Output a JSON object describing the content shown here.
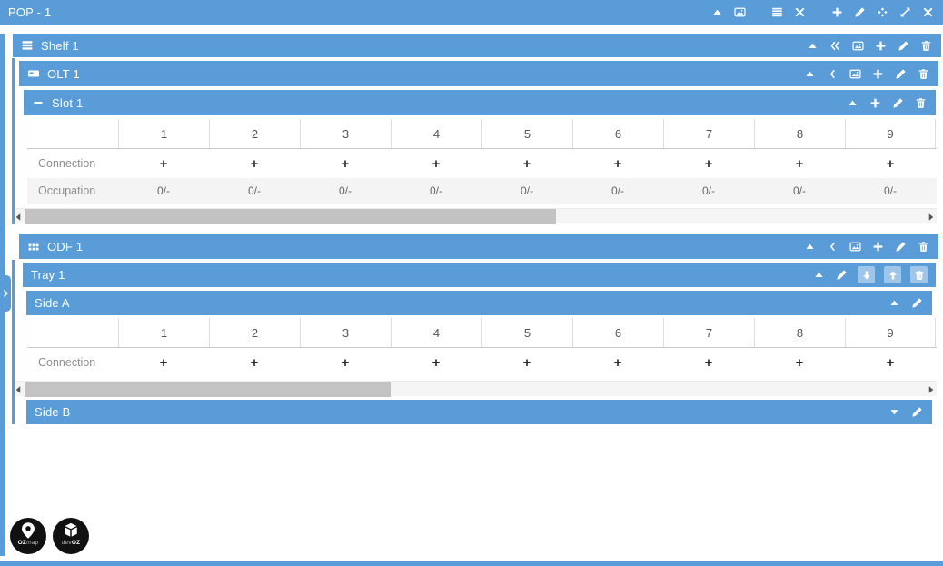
{
  "colors": {
    "accent_blue": "#5A9CD8",
    "scrollbar_thumb": "#C3C3C3",
    "occupation_row_bg": "#F4F4F4",
    "logo_bg": "#111111"
  },
  "pop": {
    "title": "POP - 1",
    "icon_groups": [
      [
        "collapse-arrow",
        "image"
      ],
      [
        "list",
        "close"
      ],
      [
        "add",
        "edit",
        "locate",
        "resize",
        "close"
      ]
    ]
  },
  "shelf": {
    "title": "Shelf 1",
    "icon": "shelf",
    "icon_groups": [
      [
        "collapse-arrow",
        "collapse-all",
        "image",
        "add",
        "edit",
        "delete"
      ]
    ]
  },
  "olt": {
    "title": "OLT 1",
    "icon": "device-card",
    "icon_groups": [
      [
        "collapse-arrow",
        "collapse-panel",
        "image",
        "add",
        "edit",
        "delete"
      ]
    ]
  },
  "slot": {
    "title": "Slot 1",
    "icon": "minus",
    "icon_groups": [
      [
        "collapse-arrow",
        "add",
        "edit",
        "delete"
      ]
    ],
    "table": {
      "columns": [
        "1",
        "2",
        "3",
        "4",
        "5",
        "6",
        "7",
        "8",
        "9"
      ],
      "rows": [
        {
          "label": "Connection",
          "kind": "action",
          "cells": [
            "+",
            "+",
            "+",
            "+",
            "+",
            "+",
            "+",
            "+",
            "+"
          ]
        },
        {
          "label": "Occupation",
          "kind": "value",
          "cells": [
            "0/-",
            "0/-",
            "0/-",
            "0/-",
            "0/-",
            "0/-",
            "0/-",
            "0/-",
            "0/-"
          ]
        }
      ]
    }
  },
  "odf": {
    "title": "ODF 1",
    "icon": "grid",
    "icon_groups": [
      [
        "collapse-arrow",
        "collapse-panel",
        "image",
        "add",
        "edit",
        "delete"
      ]
    ]
  },
  "tray": {
    "title": "Tray 1",
    "icon_groups": [
      [
        "collapse-arrow",
        "edit",
        {
          "name": "move-down",
          "boxed": true
        },
        {
          "name": "move-up",
          "boxed": true
        },
        {
          "name": "delete",
          "boxed": true
        }
      ]
    ]
  },
  "side_a": {
    "title": "Side A",
    "icon_groups": [
      [
        "collapse-arrow",
        "edit"
      ]
    ],
    "table": {
      "columns": [
        "1",
        "2",
        "3",
        "4",
        "5",
        "6",
        "7",
        "8",
        "9"
      ],
      "rows": [
        {
          "label": "Connection",
          "kind": "action",
          "cells": [
            "+",
            "+",
            "+",
            "+",
            "+",
            "+",
            "+",
            "+",
            "+"
          ]
        }
      ]
    }
  },
  "side_b": {
    "title": "Side B",
    "icon_groups": [
      [
        "expand-arrow",
        "edit"
      ]
    ]
  },
  "sidebar_tab": {
    "icon": "open-panel"
  },
  "scrollbar": {
    "left_icon": "scroll-left",
    "right_icon": "scroll-right"
  },
  "logos": {
    "ozmap": {
      "bold": "OZ",
      "rest": "map"
    },
    "devoz": {
      "rest": "dev",
      "bold": "OZ"
    }
  }
}
